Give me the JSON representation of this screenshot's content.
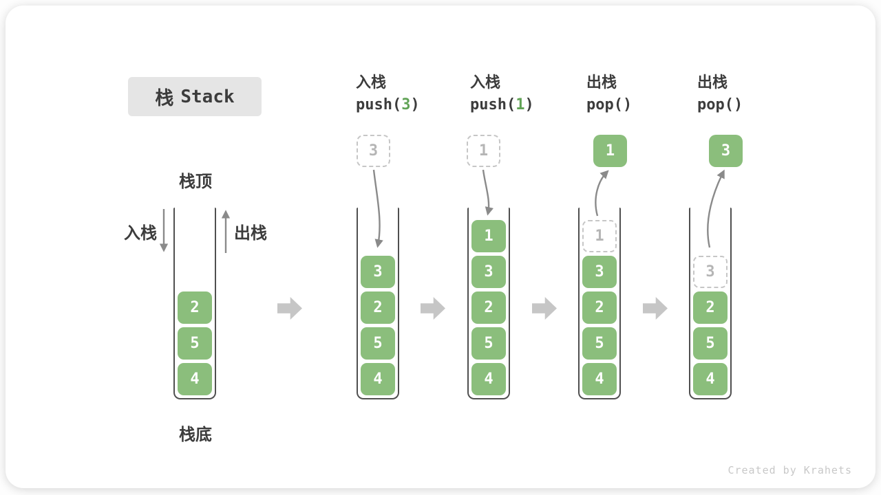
{
  "title": {
    "zh": "栈",
    "en": "Stack"
  },
  "legend": {
    "stack_top": "栈顶",
    "stack_bottom": "栈底",
    "push": "入栈",
    "pop": "出栈"
  },
  "columns": {
    "c2": {
      "title": "入栈",
      "fn_pre": "push(",
      "fn_arg": "3",
      "fn_post": ")"
    },
    "c3": {
      "title": "入栈",
      "fn_pre": "push(",
      "fn_arg": "1",
      "fn_post": ")"
    },
    "c4": {
      "title": "出栈",
      "fn_pre": "pop(",
      "fn_arg": "",
      "fn_post": ")"
    },
    "c5": {
      "title": "出栈",
      "fn_pre": "pop(",
      "fn_arg": "",
      "fn_post": ")"
    }
  },
  "stacks": {
    "s1": {
      "cells": [
        "2",
        "5",
        "4"
      ]
    },
    "s2": {
      "floating": "3",
      "cells": [
        "3",
        "2",
        "5",
        "4"
      ]
    },
    "s3": {
      "floating": "1",
      "cells": [
        "1",
        "3",
        "2",
        "5",
        "4"
      ]
    },
    "s4": {
      "floating": "1",
      "ghost": "1",
      "cells": [
        "3",
        "2",
        "5",
        "4"
      ]
    },
    "s5": {
      "floating": "3",
      "ghost": "3",
      "cells": [
        "2",
        "5",
        "4"
      ]
    }
  },
  "footer": "Created by Krahets",
  "colors": {
    "cell_green": "#8BBE7C",
    "arg_green": "#61A356",
    "title_bg": "#E5E5E5",
    "text_dark": "#3C3C3C",
    "ghost_grey": "#B5B5B5",
    "ghost_border": "#C6C6C6",
    "arrow_grey": "#8A8A8A",
    "block_arrow_grey": "#C6C6C6",
    "wall_grey": "#4F4F4F"
  }
}
